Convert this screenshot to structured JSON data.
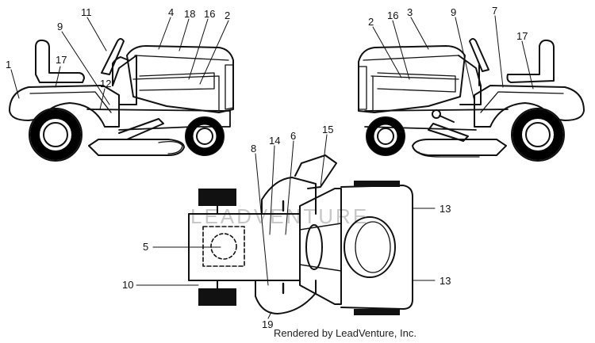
{
  "callouts": {
    "c1": "1",
    "c2": "2",
    "c3": "3",
    "c4": "4",
    "c5": "5",
    "c6": "6",
    "c7": "7",
    "c8": "8",
    "c9": "9",
    "c10": "10",
    "c11": "11",
    "c12": "12",
    "c13": "13",
    "c14": "14",
    "c15": "15",
    "c16": "16",
    "c17": "17",
    "c18": "18",
    "c19": "19"
  },
  "watermark": "LEADVENTURE",
  "credit": "Rendered by LeadVenture, Inc."
}
